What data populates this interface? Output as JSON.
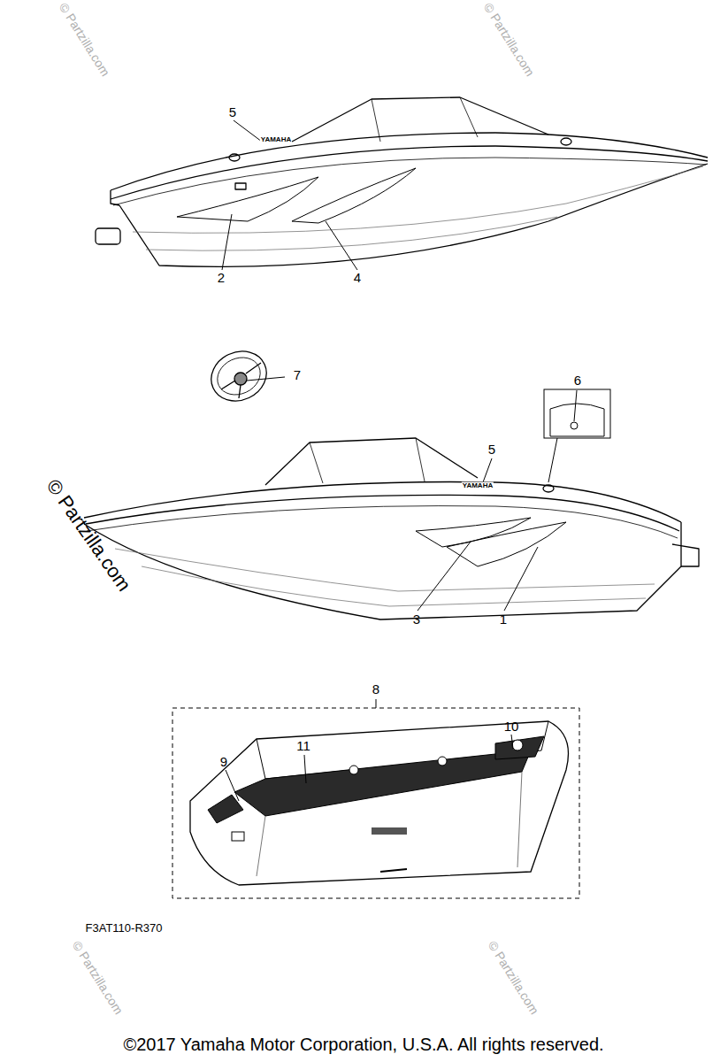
{
  "diagram": {
    "caption": "©2017 Yamaha Motor Corporation, U.S.A. All rights reserved.",
    "labels": [
      "5",
      "2",
      "4",
      "7",
      "6",
      "5",
      "3",
      "1",
      "8",
      "11",
      "9",
      "10",
      "YAMAHA",
      "YAMAHA",
      "F3AT110-R370",
      "© Partzilla.com",
      "© Partzilla.com",
      "© Partzilla.com",
      "© Partzilla.com",
      "© Partzilla.com"
    ]
  }
}
